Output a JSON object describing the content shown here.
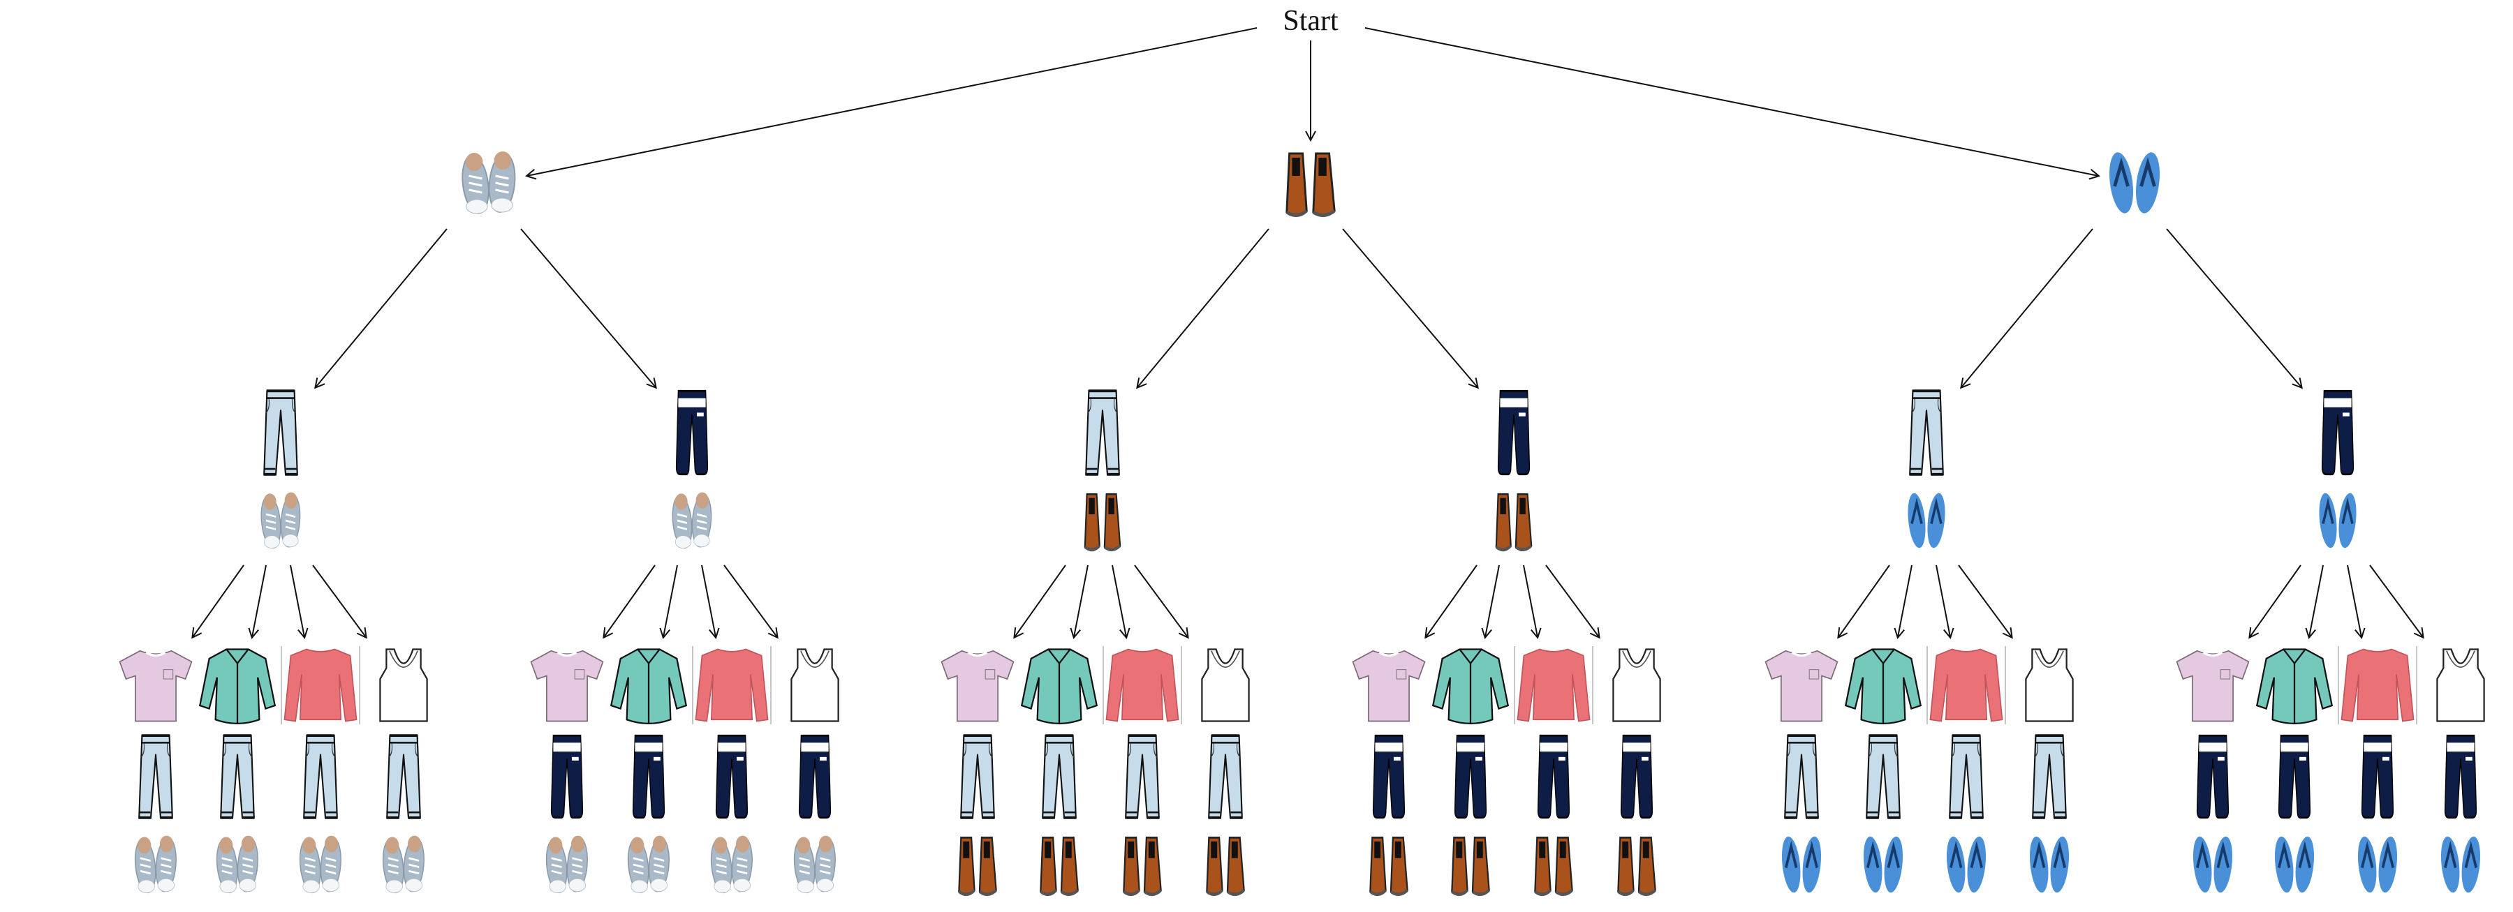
{
  "root": {
    "label": "Start"
  },
  "levels": {
    "shoes": [
      "sneakers",
      "boots",
      "flip-flops"
    ],
    "pants": [
      "light-jeans",
      "navy-joggers"
    ],
    "tops": [
      "pink-t-shirt",
      "teal-button-shirt",
      "red-sweater",
      "white-tank-top"
    ]
  },
  "colors": {
    "sneaker": "#a9b9c8",
    "sneaker_lining": "#c9a285",
    "boot": "#a9521c",
    "flipflop": "#4a90d9",
    "jeans": "#c6dcea",
    "joggers": "#0d1d45",
    "tshirt": "#e4c9e0",
    "shirt": "#74c9bb",
    "sweater": "#ea7276",
    "tank": "#ffffff"
  }
}
